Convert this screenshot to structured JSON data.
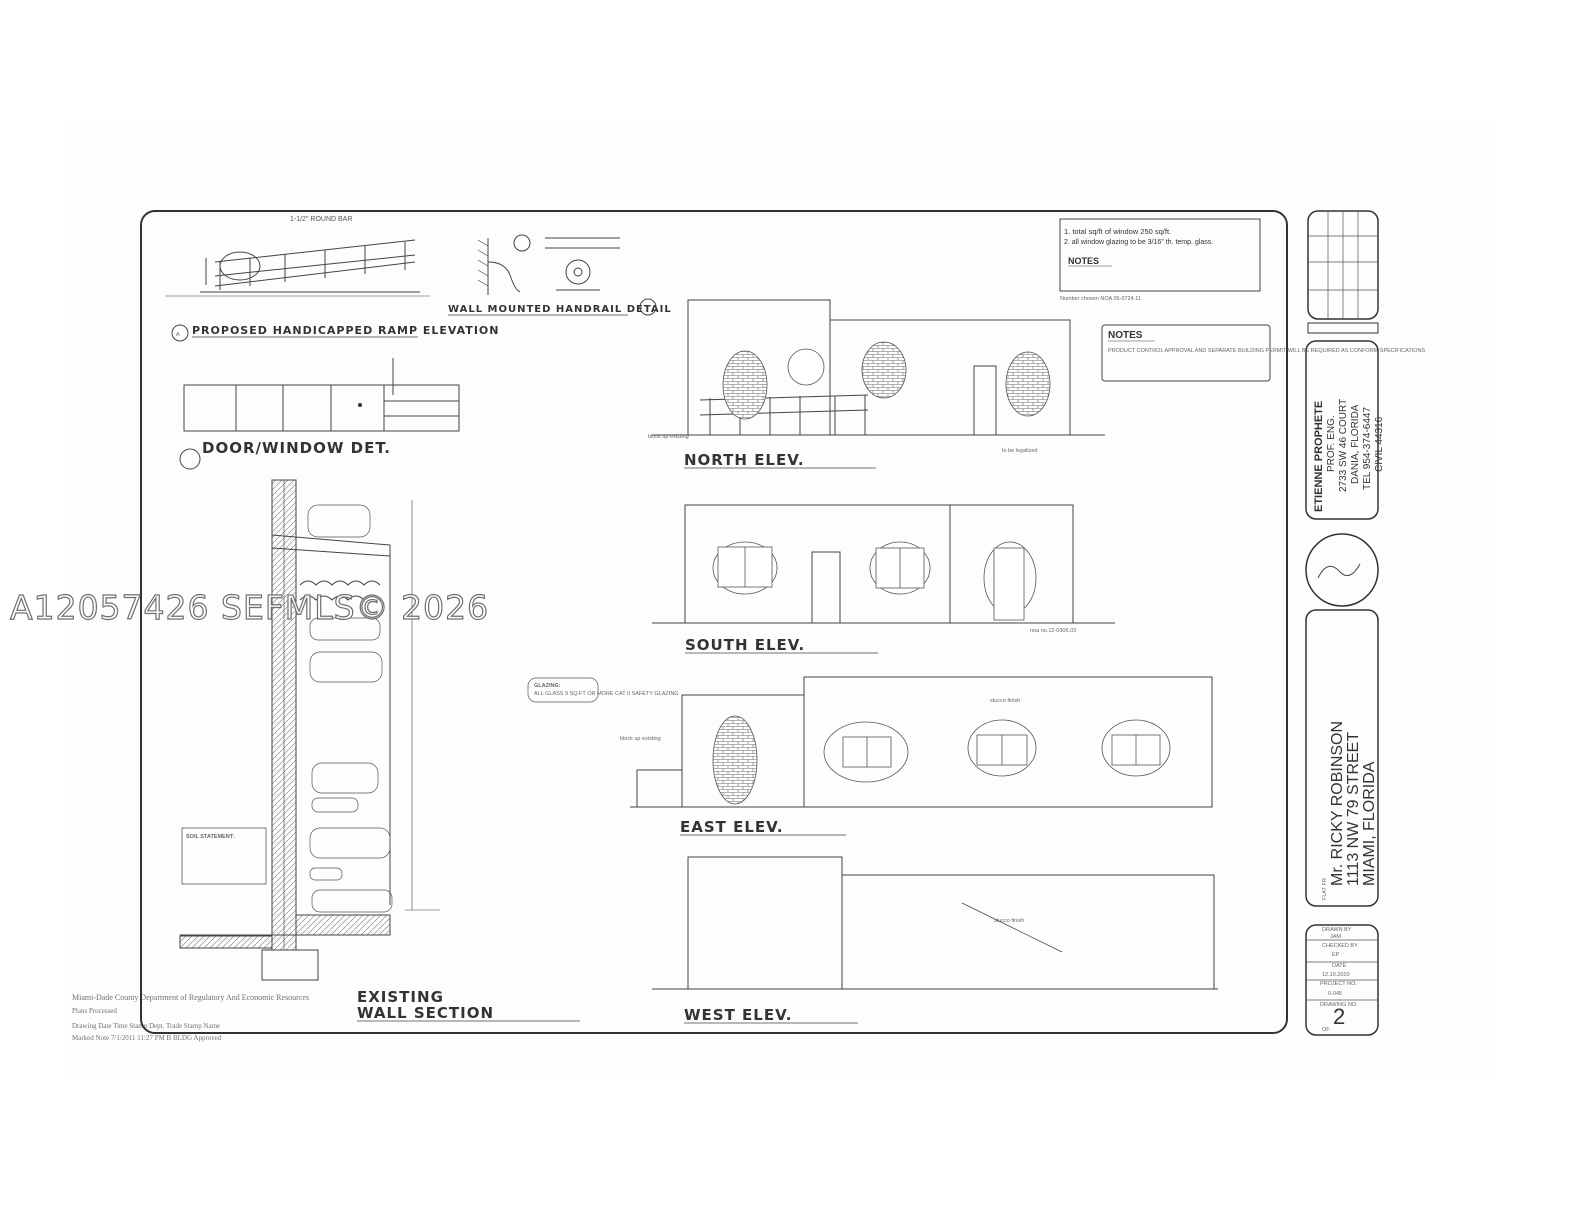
{
  "watermark": "A12057426  SEFMLS© 2026",
  "details": {
    "ramp_title": "PROPOSED HANDICAPPED RAMP ELEVATION",
    "ramp_callout": "A",
    "handrail_title": "WALL MOUNTED HANDRAIL DETAIL",
    "handrail_callout": "1",
    "door_window_title": "DOOR/WINDOW DET.",
    "wall_section_title_1": "EXISTING",
    "wall_section_title_2": "WALL SECTION",
    "glazing_note": "GLAZING:",
    "glazing_text": "ALL GLASS 9 SQ.FT OR MORE CAT II SAFETY GLAZING",
    "soil_statement": "SOIL STATEMENT:"
  },
  "elevations": {
    "north": "NORTH ELEV.",
    "south": "SOUTH ELEV.",
    "east": "EAST ELEV.",
    "west": "WEST ELEV."
  },
  "notes_box_1": {
    "line1": "1. total sq/ft of window 250 sq/ft.",
    "line2": "2. all window glazing to be 3/16\" th. temp. glass.",
    "heading": "NOTES",
    "footer": "Number chosen NOA 05-0724.11"
  },
  "notes_box_2": {
    "heading": "NOTES",
    "body": "PRODUCT CONTROL APPROVAL AND SEPARATE BUILDING PERMIT WILL BE REQUIRED AS CONFORM SPECIFICATIONS"
  },
  "engineer": {
    "name": "ETIENNE PROPHETE",
    "title": "PROF. ENG.",
    "address": "2733 SW 46 COURT",
    "city": "DANIA, FLORIDA",
    "tel": "TEL 954-374-6447",
    "license": "CIVIL 44316"
  },
  "client": {
    "label": "FLAT FR.",
    "name": "Mr. RICKY ROBINSON",
    "address": "1113 NW 79 STREET",
    "city": "MIAMI, FLORIDA"
  },
  "titleblock": {
    "drawn_label": "DRAWN BY",
    "drawn": "JAM",
    "checked_label": "CHECKED BY",
    "checked": "EP",
    "date_label": "DATE",
    "date": "12.10.2010",
    "project_label": "PROJECT NO.",
    "project": "0-045",
    "sheet_label": "DRAWING NO.",
    "sheet": "2",
    "sheet_of": "OF"
  },
  "stamp": {
    "line1": "Miami-Dade County Department of Regulatory And Economic Resources",
    "line2": "Plans Processed",
    "line3": "Drawing    Date Time Stamp    Dept. Trade   Stamp Name",
    "line4": "Marked Note 7/1/2011  11:27 PM    B    BLDG Approved"
  },
  "labels": {
    "stucco": "stucco finish",
    "block": "block up existing",
    "legalized": "to be legalized",
    "noa": "noa no.12-0306.03"
  }
}
